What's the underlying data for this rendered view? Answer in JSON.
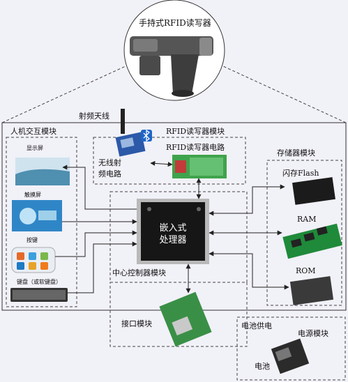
{
  "device_title": "手持式RFID读写器",
  "antenna_label": "射频天线",
  "hmi": {
    "title": "人机交互模块",
    "display": "显示屏",
    "touch": "触摸屏",
    "keys": "按键",
    "keyboard": "键盘（或软键盘）"
  },
  "rfid": {
    "title": "RFID读写器模块",
    "circuit": "RFID读写器电路",
    "wireless": [
      "无线射",
      "频电路"
    ]
  },
  "storage": {
    "title": "存储器模块",
    "flash": "闪存Flash",
    "ram": "RAM",
    "rom": "ROM"
  },
  "cpu": {
    "lines": [
      "嵌入式",
      "处理器"
    ],
    "module": "中心控制器模块"
  },
  "interface": {
    "title": "接口模块"
  },
  "power": {
    "title": "电源模块",
    "supply": "电池供电",
    "battery": "电池"
  },
  "colors": {
    "line": "#333333",
    "dash": "#444444",
    "background": "#f1f1f8"
  }
}
